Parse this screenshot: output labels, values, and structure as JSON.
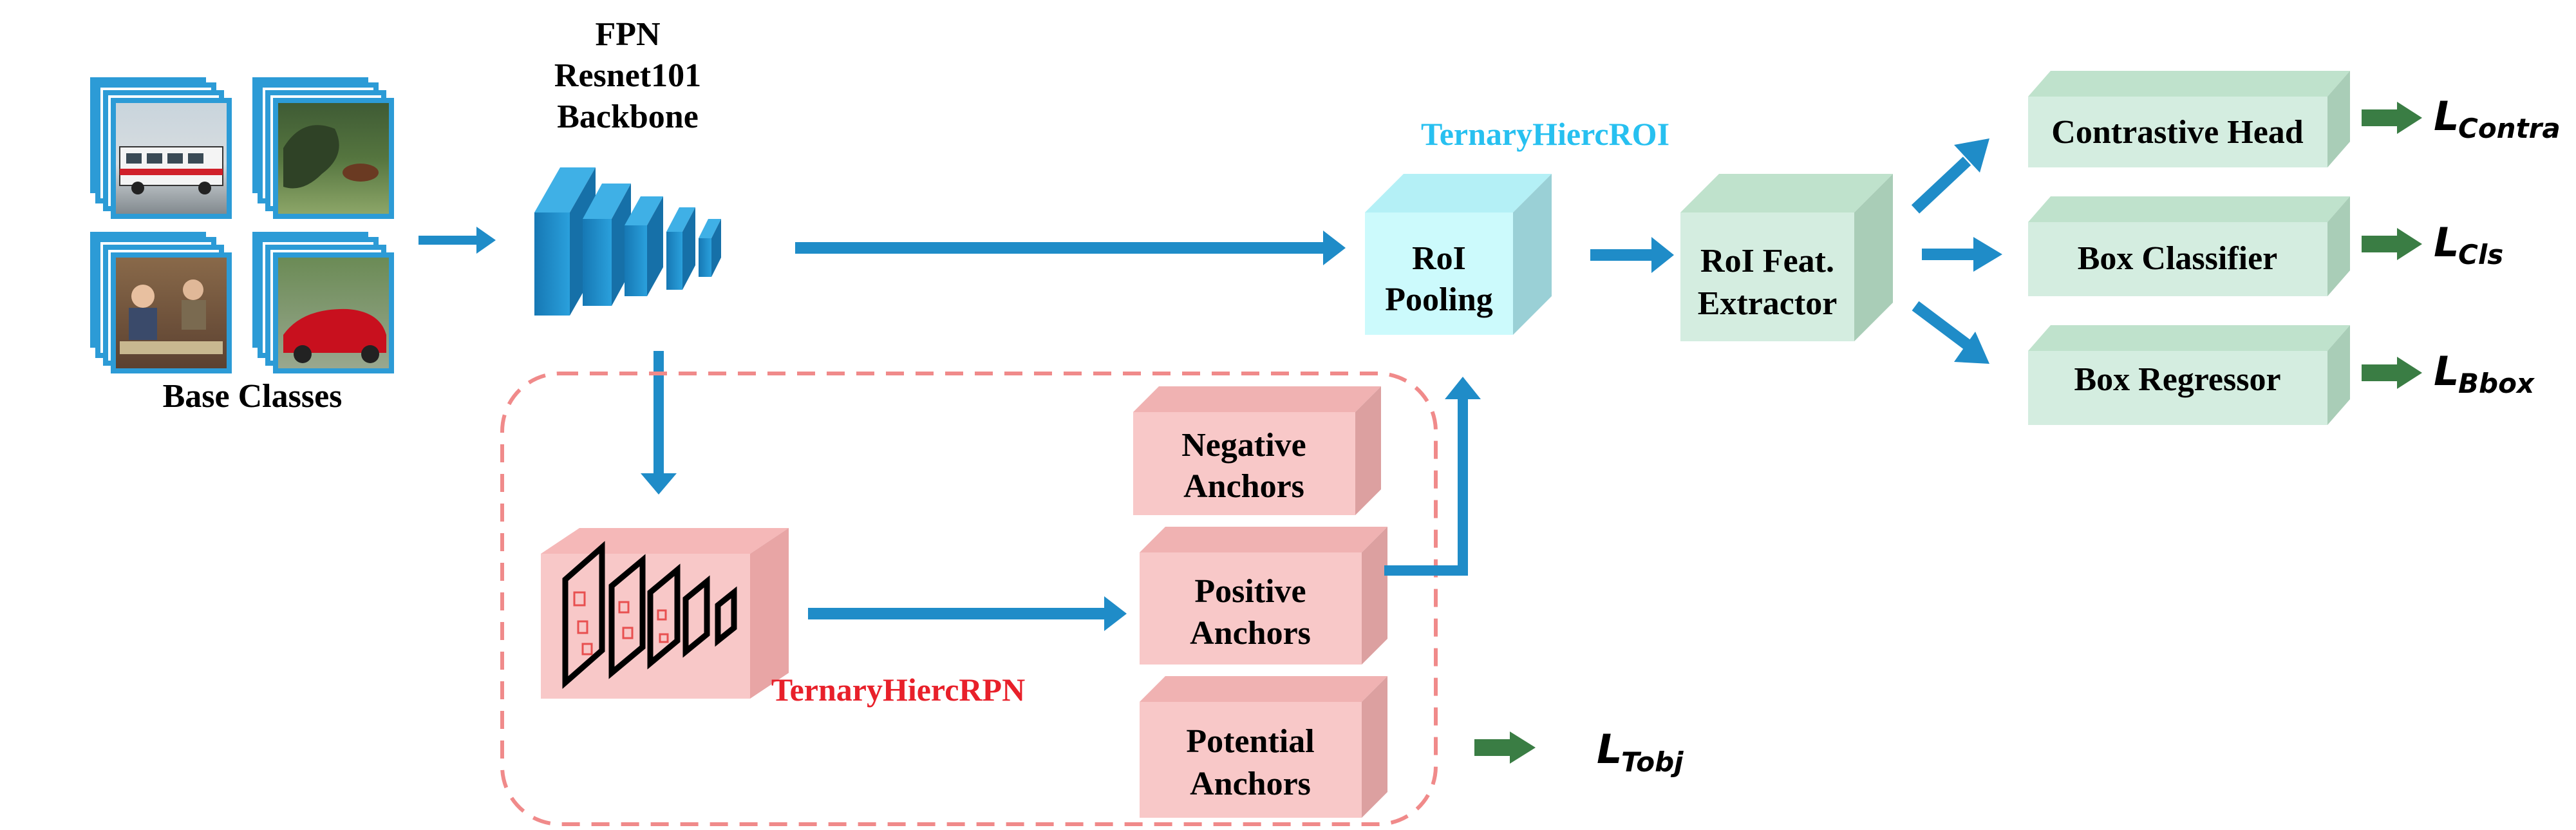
{
  "backbone": {
    "line1": "FPN",
    "line2": "Resnet101",
    "line3": "Backbone"
  },
  "input": {
    "caption": "Base Classes"
  },
  "roi_module": {
    "title": "TernaryHiercROI",
    "pooling_line1": "RoI",
    "pooling_line2": "Pooling"
  },
  "feature_extractor": {
    "line1": "RoI Feat.",
    "line2": "Extractor"
  },
  "heads": {
    "contrastive": "Contrastive Head",
    "classifier": "Box Classifier",
    "regressor": "Box Regressor"
  },
  "losses": {
    "contra_main": "L",
    "contra_sub": "Contra",
    "cls_main": "L",
    "cls_sub": "Cls",
    "bbox_main": "L",
    "bbox_sub": "Bbox",
    "tobj_main": "L",
    "tobj_sub": "Tobj"
  },
  "rpn_module": {
    "title": "TernaryHiercRPN",
    "negative_line1": "Negative",
    "negative_line2": "Anchors",
    "positive_line1": "Positive",
    "positive_line2": "Anchors",
    "potential_line1": "Potential",
    "potential_line2": "Anchors"
  },
  "colors": {
    "blue_arrow": "#1f8cc8",
    "pink_face": "#f8c8c8",
    "cyan_face": "#ccfafc",
    "mint_face": "#d4ede0",
    "green_arrow": "#3a7d44",
    "rpn_title": "#e8202a",
    "roi_title": "#27c0f0"
  }
}
